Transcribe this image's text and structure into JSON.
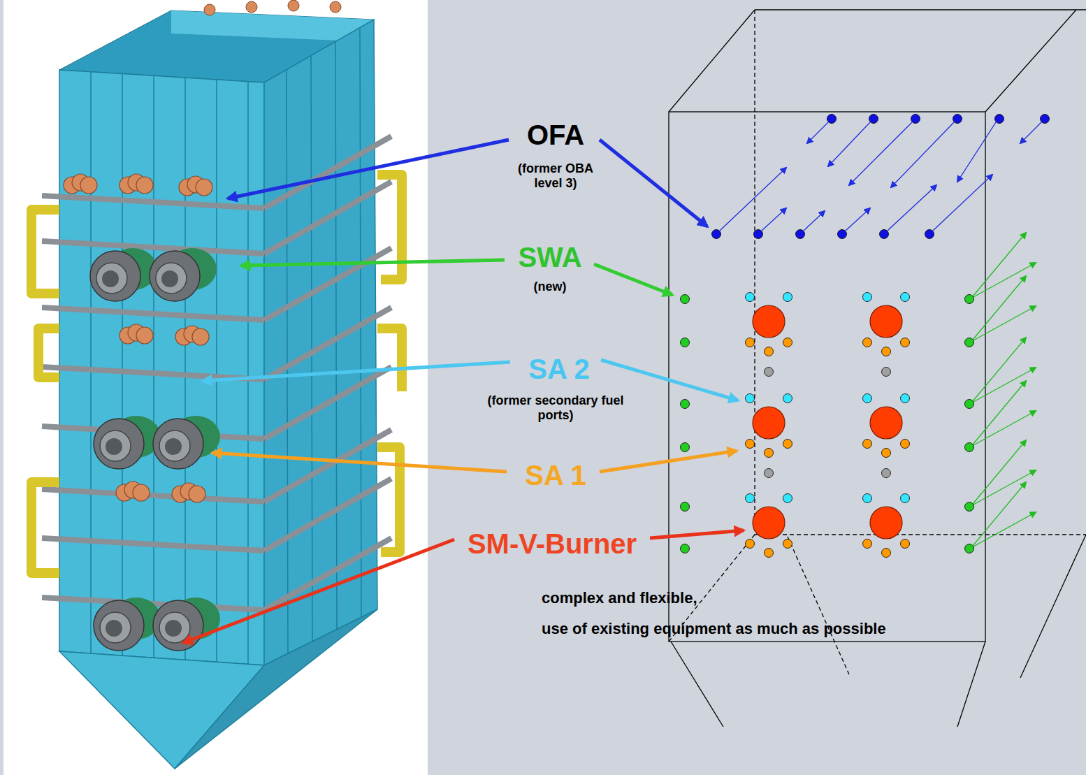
{
  "diagram": {
    "labels": [
      "OFA",
      "(former OBA level 3)",
      "SWA",
      "(new)",
      "SA 2",
      "(former secondary fuel ports)",
      "SA 1",
      "SM-V-Burner",
      "complex and flexible,",
      "use of existing equipment as much as possible"
    ]
  }
}
